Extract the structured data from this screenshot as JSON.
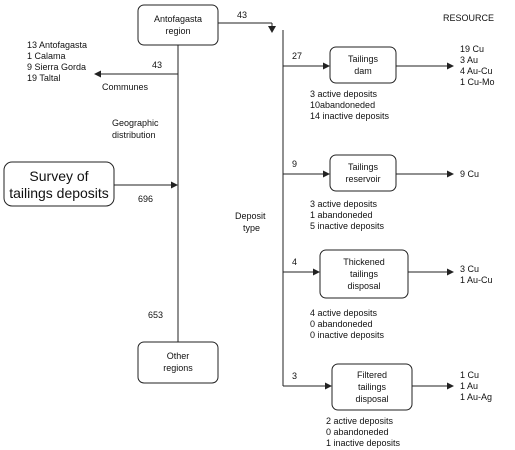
{
  "resource_header": "RESOURCE",
  "nodes": {
    "antofagasta": [
      "Antofagasta",
      "region"
    ],
    "survey": [
      "Survey of",
      "tailings deposits"
    ],
    "other": [
      "Other",
      "regions"
    ],
    "dam": [
      "Tailings",
      "dam"
    ],
    "reservoir": [
      "Tailings",
      "reservoir"
    ],
    "thickened": [
      "Thickened",
      "tailings",
      "disposal"
    ],
    "filtered": [
      "Filtered",
      "tailings",
      "disposal"
    ]
  },
  "edge_labels": {
    "antofagasta_out": "43",
    "communes_count": "43",
    "survey_out": "696",
    "other_count": "653",
    "dam": "27",
    "reservoir": "9",
    "thickened": "4",
    "filtered": "3"
  },
  "annotations": {
    "communes": "Communes",
    "geographic": [
      "Geographic",
      "distribution"
    ],
    "deposit_type": [
      "Deposit",
      "type"
    ]
  },
  "communes_list": [
    "13 Antofagasta",
    "1 Calama",
    "9 Sierra Gorda",
    "19 Taltal"
  ],
  "deposits": {
    "dam": [
      "3 active deposits",
      "10abandoneded",
      "14 inactive deposits"
    ],
    "reservoir": [
      "3 active deposits",
      "1 abandoneded",
      "5 inactive deposits"
    ],
    "thickened": [
      "4 active deposits",
      "0 abandoneded",
      "0 inactive deposits"
    ],
    "filtered": [
      "2 active deposits",
      "0 abandoneded",
      "1 inactive deposits"
    ]
  },
  "resources": {
    "dam": [
      "19 Cu",
      "3 Au",
      "4 Au-Cu",
      "1 Cu-Mo"
    ],
    "reservoir": [
      "9 Cu"
    ],
    "thickened": [
      "3 Cu",
      "1 Au-Cu"
    ],
    "filtered": [
      "1 Cu",
      "1 Au",
      "1 Au-Ag"
    ]
  }
}
